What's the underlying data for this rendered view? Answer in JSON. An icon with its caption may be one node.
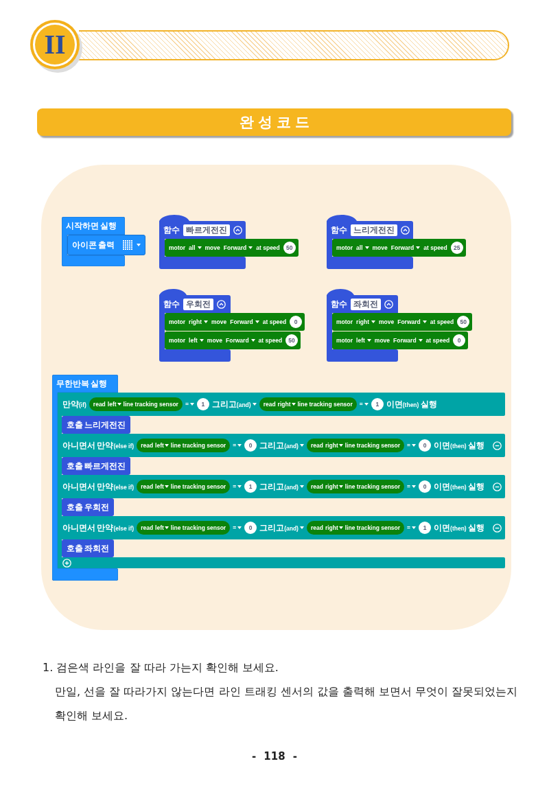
{
  "diagram": {
    "title": "완성코드",
    "nodes": [
      {
        "text": [
          "II"
        ]
      },
      {
        "text": [],
        "shape": "box"
      },
      {
        "text": [
          "시작하면 실행"
        ]
      },
      {
        "text": [
          "아이콘 출력"
        ]
      },
      {
        "text": [
          "함수",
          "빠르게전진"
        ]
      },
      {
        "text": [
          "motor",
          "all",
          "move",
          "Forward",
          "at speed"
        ]
      },
      {
        "text": [
          "50"
        ],
        "in": 5
      },
      {
        "text": [
          "함수",
          "느리게전진"
        ]
      },
      {
        "text": [
          "motor",
          "all",
          "move",
          "Forward",
          "at speed"
        ]
      },
      {
        "text": [
          "25"
        ],
        "in": 8
      },
      {
        "text": [
          "함수",
          "우회전"
        ]
      },
      {
        "text": [
          "motor",
          "right",
          "move",
          "Forward",
          "at speed"
        ]
      },
      {
        "text": [
          "0"
        ],
        "in": 11
      },
      {
        "text": [
          "motor",
          "left",
          "move",
          "Forward",
          "at speed"
        ]
      },
      {
        "text": [
          "50"
        ],
        "in": 13
      },
      {
        "text": [
          "함수",
          "좌회전"
        ]
      },
      {
        "text": [
          "motor",
          "right",
          "move",
          "Forward",
          "at speed"
        ]
      },
      {
        "text": [
          "50"
        ],
        "in": 16
      },
      {
        "text": [
          "motor",
          "left",
          "move",
          "Forward",
          "at speed"
        ]
      },
      {
        "text": [
          "0"
        ],
        "in": 18
      },
      {
        "text": [
          "무한반복 실행"
        ]
      },
      {
        "text": [
          "만약(if)",
          "=",
          "그리고(and)",
          "=",
          "이면(then) 실행",
          "아니면서 만약(else if)",
          "=",
          "그리고(and)",
          "=",
          "이면(then) 실행",
          "아니면서 만약(else if)",
          "=",
          "그리고(and)",
          "=",
          "이면(then) 실행",
          "아니면서 만약(else if)",
          "=",
          "그리고(and)",
          "=",
          "이면(then) 실행"
        ]
      },
      {
        "text": [
          "read",
          "left",
          "line tracking sensor"
        ],
        "in": 21
      },
      {
        "text": [
          "1"
        ],
        "in": 21
      },
      {
        "text": [
          "read",
          "right",
          "line tracking sensor"
        ],
        "in": 21
      },
      {
        "text": [
          "1"
        ],
        "in": 21
      },
      {
        "text": [
          "호출 느리게전진"
        ],
        "in": 21
      },
      {
        "text": [
          "read",
          "left",
          "line tracking sensor"
        ],
        "in": 21
      },
      {
        "text": [
          "0"
        ],
        "in": 21
      },
      {
        "text": [
          "read",
          "right",
          "line tracking sensor"
        ],
        "in": 21
      },
      {
        "text": [
          "0"
        ],
        "in": 21
      },
      {
        "text": [
          "호출 빠르게전진"
        ],
        "in": 21
      },
      {
        "text": [
          "read",
          "left",
          "line tracking sensor"
        ],
        "in": 21
      },
      {
        "text": [
          "1"
        ],
        "in": 21
      },
      {
        "text": [
          "read",
          "right",
          "line tracking sensor"
        ],
        "in": 21
      },
      {
        "text": [
          "0"
        ],
        "in": 21
      },
      {
        "text": [
          "호출 우회전"
        ],
        "in": 21
      },
      {
        "text": [
          "read",
          "left",
          "line tracking sensor"
        ],
        "in": 21
      },
      {
        "text": [
          "0"
        ],
        "in": 21
      },
      {
        "text": [
          "read",
          "right",
          "line tracking sensor"
        ],
        "in": 21
      },
      {
        "text": [
          "1"
        ],
        "in": 21
      },
      {
        "text": [
          "호출 좌회전"
        ],
        "in": 21
      }
    ],
    "labels": [
      "1. 검은색 라인을 잘 따라 가는지 확인해 보세요.",
      "만일, 선을 잘 따라가지 않는다면 라인 트래킹 센서의 값을 출력해 보면서 무엇이 잘못되었는지 확인해 보세요.",
      "- 118 -"
    ]
  }
}
